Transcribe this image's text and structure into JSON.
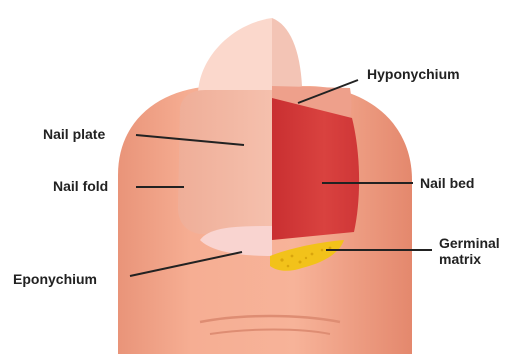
{
  "labels": {
    "hyponychium": "Hyponychium",
    "nail_plate": "Nail plate",
    "nail_fold": "Nail fold",
    "nail_bed": "Nail bed",
    "germinal_matrix_line1": "Germinal",
    "germinal_matrix_line2": "matrix",
    "eponychium": "Eponychium"
  },
  "colors": {
    "skin": "#f4a88c",
    "skin_shadow": "#e68f74",
    "nail_plate": "#f3b9a6",
    "nail_tip": "#fbd9cf",
    "nail_bed": "#d63a3a",
    "lunula": "#f9d6d3",
    "germinal_matrix": "#f2c21a",
    "leader_line": "#222222"
  }
}
